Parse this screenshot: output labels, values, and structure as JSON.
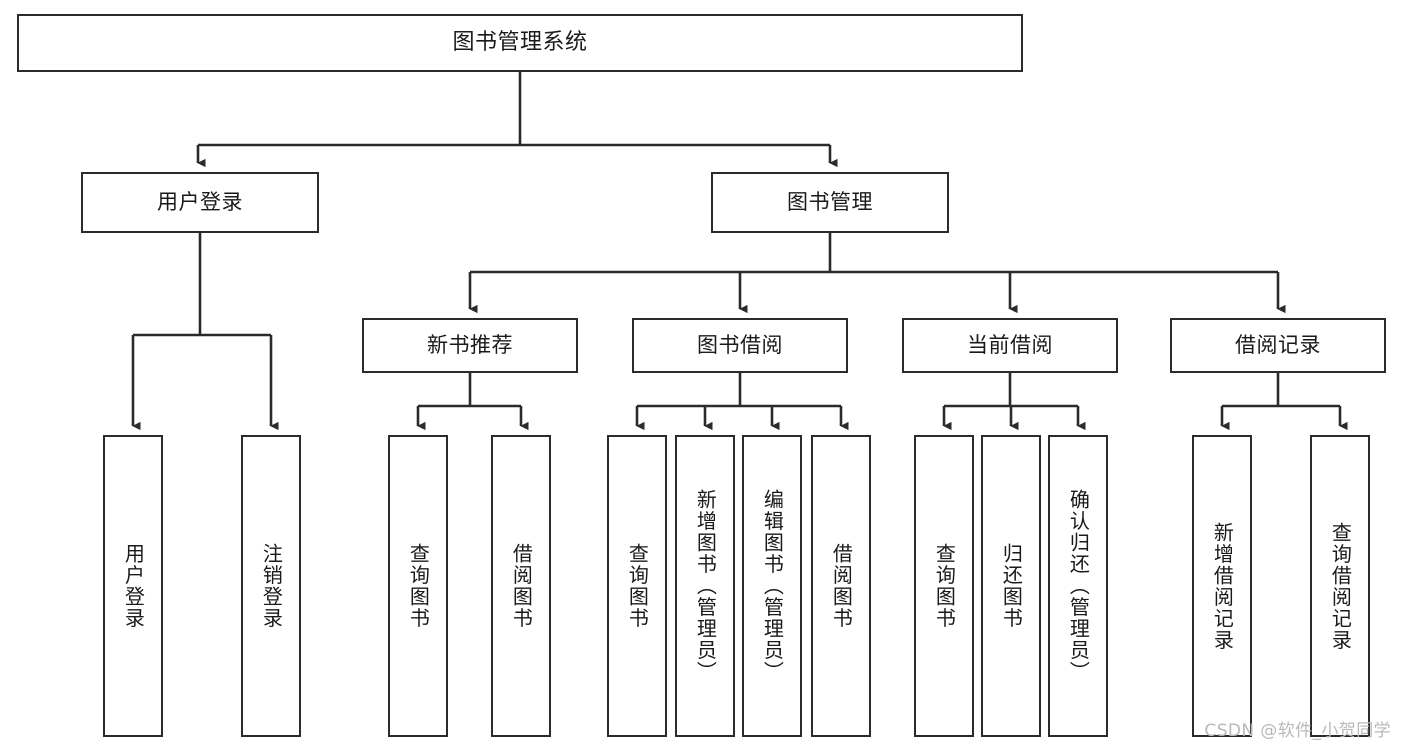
{
  "diagram": {
    "title": "图书管理系统",
    "type": "tree",
    "orientation": "top-down",
    "line_color": "#2b2b2b",
    "box_fill": "#ffffff",
    "text_color": "#1a1a1a"
  },
  "nodes": {
    "root": {
      "label": "图书管理系统",
      "level": 0
    },
    "l1": [
      {
        "id": "user_login",
        "label": "用户登录",
        "level": 1
      },
      {
        "id": "book_mgmt",
        "label": "图书管理",
        "level": 1
      }
    ],
    "l2": [
      {
        "id": "new_book_rec",
        "label": "新书推荐",
        "level": 2,
        "parent": "book_mgmt"
      },
      {
        "id": "book_borrow",
        "label": "图书借阅",
        "level": 2,
        "parent": "book_mgmt"
      },
      {
        "id": "current_borrow",
        "label": "当前借阅",
        "level": 2,
        "parent": "book_mgmt"
      },
      {
        "id": "borrow_record",
        "label": "借阅记录",
        "level": 2,
        "parent": "book_mgmt"
      }
    ],
    "leaves": [
      {
        "id": "leaf_user_login",
        "label": "用户登录",
        "parent": "user_login"
      },
      {
        "id": "leaf_user_logout",
        "label": "注销登录",
        "parent": "user_login"
      },
      {
        "id": "leaf_rec_query",
        "label": "查询图书",
        "parent": "new_book_rec"
      },
      {
        "id": "leaf_rec_borrow",
        "label": "借阅图书",
        "parent": "new_book_rec"
      },
      {
        "id": "leaf_borrow_query",
        "label": "查询图书",
        "parent": "book_borrow"
      },
      {
        "id": "leaf_borrow_add",
        "label": "新增图书（管理员）",
        "parent": "book_borrow"
      },
      {
        "id": "leaf_borrow_edit",
        "label": "编辑图书（管理员）",
        "parent": "book_borrow"
      },
      {
        "id": "leaf_borrow_do",
        "label": "借阅图书",
        "parent": "book_borrow"
      },
      {
        "id": "leaf_cur_query",
        "label": "查询图书",
        "parent": "current_borrow"
      },
      {
        "id": "leaf_cur_return",
        "label": "归还图书",
        "parent": "current_borrow"
      },
      {
        "id": "leaf_cur_confirm",
        "label": "确认归还（管理员）",
        "parent": "current_borrow"
      },
      {
        "id": "leaf_rec_add",
        "label": "新增借阅记录",
        "parent": "borrow_record"
      },
      {
        "id": "leaf_rec_search",
        "label": "查询借阅记录",
        "parent": "borrow_record"
      }
    ]
  },
  "watermark": {
    "text": "CSDN @软件_小贺同学"
  }
}
